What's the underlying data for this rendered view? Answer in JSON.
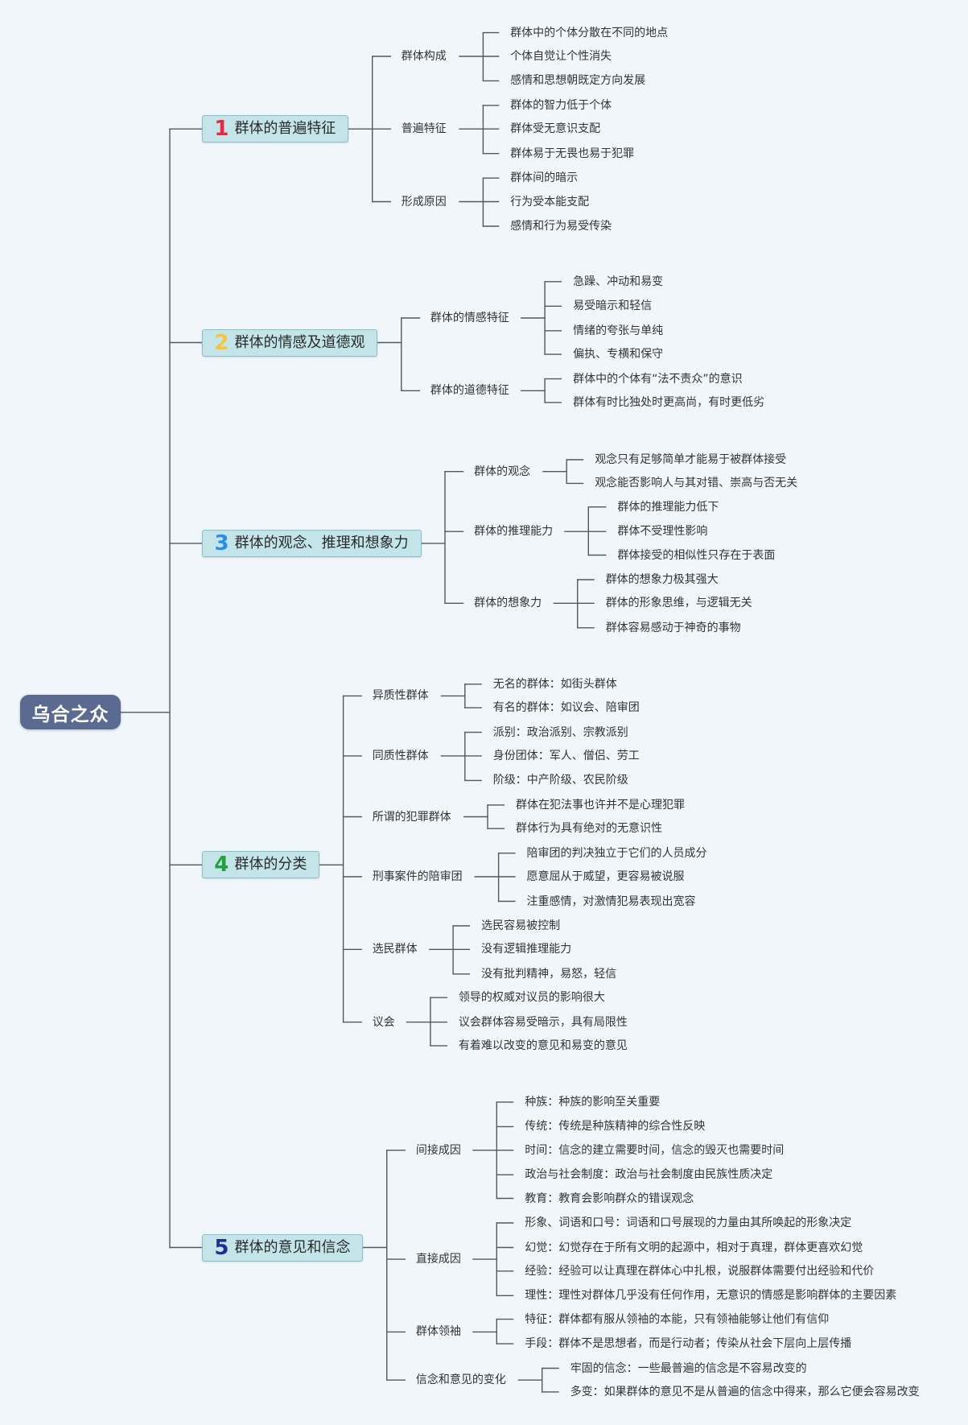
{
  "colors": {
    "background": "#f1f6fa",
    "root": "#5a6a91",
    "branch_box": "#c3e5e9",
    "connector": "#4b5c60",
    "number_colors": [
      "#e8283c",
      "#f5c542",
      "#2b8be8",
      "#26a03c",
      "#1d2f8f"
    ]
  },
  "root": {
    "label": "乌合之众"
  },
  "branches": [
    {
      "number": "1",
      "label": "群体的普遍特征",
      "topics": [
        {
          "label": "群体构成",
          "items": [
            "群体中的个体分散在不同的地点",
            "个体自觉让个性消失",
            "感情和思想朝既定方向发展"
          ]
        },
        {
          "label": "普遍特征",
          "items": [
            "群体的智力低于个体",
            "群体受无意识支配",
            "群体易于无畏也易于犯罪"
          ]
        },
        {
          "label": "形成原因",
          "items": [
            "群体间的暗示",
            "行为受本能支配",
            "感情和行为易受传染"
          ]
        }
      ]
    },
    {
      "number": "2",
      "label": "群体的情感及道德观",
      "topics": [
        {
          "label": "群体的情感特征",
          "items": [
            "急躁、冲动和易变",
            "易受暗示和轻信",
            "情绪的夸张与单纯",
            "偏执、专横和保守"
          ]
        },
        {
          "label": "群体的道德特征",
          "items": [
            "群体中的个体有“法不责众”的意识",
            "群体有时比独处时更高尚，有时更低劣"
          ]
        }
      ]
    },
    {
      "number": "3",
      "label": "群体的观念、推理和想象力",
      "topics": [
        {
          "label": "群体的观念",
          "items": [
            "观念只有足够简单才能易于被群体接受",
            "观念能否影响人与其对错、崇高与否无关"
          ]
        },
        {
          "label": "群体的推理能力",
          "items": [
            "群体的推理能力低下",
            "群体不受理性影响",
            "群体接受的相似性只存在于表面"
          ]
        },
        {
          "label": "群体的想象力",
          "items": [
            "群体的想象力极其强大",
            "群体的形象思维，与逻辑无关",
            "群体容易感动于神奇的事物"
          ]
        }
      ]
    },
    {
      "number": "4",
      "label": "群体的分类",
      "topics": [
        {
          "label": "异质性群体",
          "items": [
            "无名的群体：如街头群体",
            "有名的群体：如议会、陪审团"
          ]
        },
        {
          "label": "同质性群体",
          "items": [
            "派别：政治派别、宗教派别",
            "身份团体：军人、僧侣、劳工",
            "阶级：中产阶级、农民阶级"
          ]
        },
        {
          "label": "所谓的犯罪群体",
          "items": [
            "群体在犯法事也许并不是心理犯罪",
            "群体行为具有绝对的无意识性"
          ]
        },
        {
          "label": "刑事案件的陪审团",
          "items": [
            "陪审团的判决独立于它们的人员成分",
            "愿意屈从于威望，更容易被说服",
            "注重感情，对激情犯易表现出宽容"
          ]
        },
        {
          "label": "选民群体",
          "items": [
            "选民容易被控制",
            "没有逻辑推理能力",
            "没有批判精神，易怒，轻信"
          ]
        },
        {
          "label": "议会",
          "items": [
            "领导的权威对议员的影响很大",
            "议会群体容易受暗示，具有局限性",
            "有着难以改变的意见和易变的意见"
          ]
        }
      ]
    },
    {
      "number": "5",
      "label": "群体的意见和信念",
      "topics": [
        {
          "label": "间接成因",
          "items": [
            "种族：种族的影响至关重要",
            "传统：传统是种族精神的综合性反映",
            "时间：信念的建立需要时间，信念的毁灭也需要时间",
            "政治与社会制度：政治与社会制度由民族性质决定",
            "教育：教育会影响群众的错误观念"
          ]
        },
        {
          "label": "直接成因",
          "items": [
            "形象、词语和口号：词语和口号展现的力量由其所唤起的形象决定",
            "幻觉：幻觉存在于所有文明的起源中，相对于真理，群体更喜欢幻觉",
            "经验：经验可以让真理在群体心中扎根，说服群体需要付出经验和代价",
            "理性：理性对群体几乎没有任何作用，无意识的情感是影响群体的主要因素"
          ]
        },
        {
          "label": "群体领袖",
          "items": [
            "特征：群体都有服从领袖的本能，只有领袖能够让他们有信仰",
            "手段：群体不是思想者，而是行动者；传染从社会下层向上层传播"
          ]
        },
        {
          "label": "信念和意见的变化",
          "items": [
            "牢固的信念：一些最普遍的信念是不容易改变的",
            "多变：如果群体的意见不是从普遍的信念中得来，那么它便会容易改变"
          ]
        }
      ]
    }
  ]
}
